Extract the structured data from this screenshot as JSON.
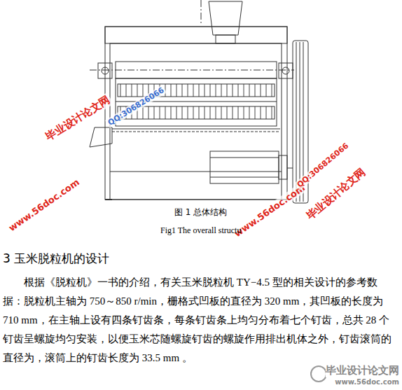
{
  "diagram": {
    "title": "3 玉米脱粒机的设计",
    "caption": "图 1 总体结构",
    "labels": [
      "毕业设计论文网",
      "QQ:306826066",
      "www.56doc.com",
      "www.56doc.com",
      "QQ:306826066",
      "毕业设计论文网",
      "Fig1 The overall structu",
      "根据《脱粒机》一书的介绍，有关玉米脱粒机 TY−4.5 型的相关设计的参考数据：脱粒机主轴为 750～850 r/min，栅格式凹板的直径为 320 mm，其凹板的长度为 710 mm，在主轴上设有四条钉齿条，每条钉齿条上均匀分布着七个钉齿，总共 28 个钉齿呈螺旋均匀安装，以便玉米芯随螺旋钉齿的螺旋作用排出机体之外，钉齿滚筒的直径为，滚筒上的钉齿长度为 33.5 mm 。",
      "毕业设计论文网",
      "www.56doc.com"
    ]
  }
}
